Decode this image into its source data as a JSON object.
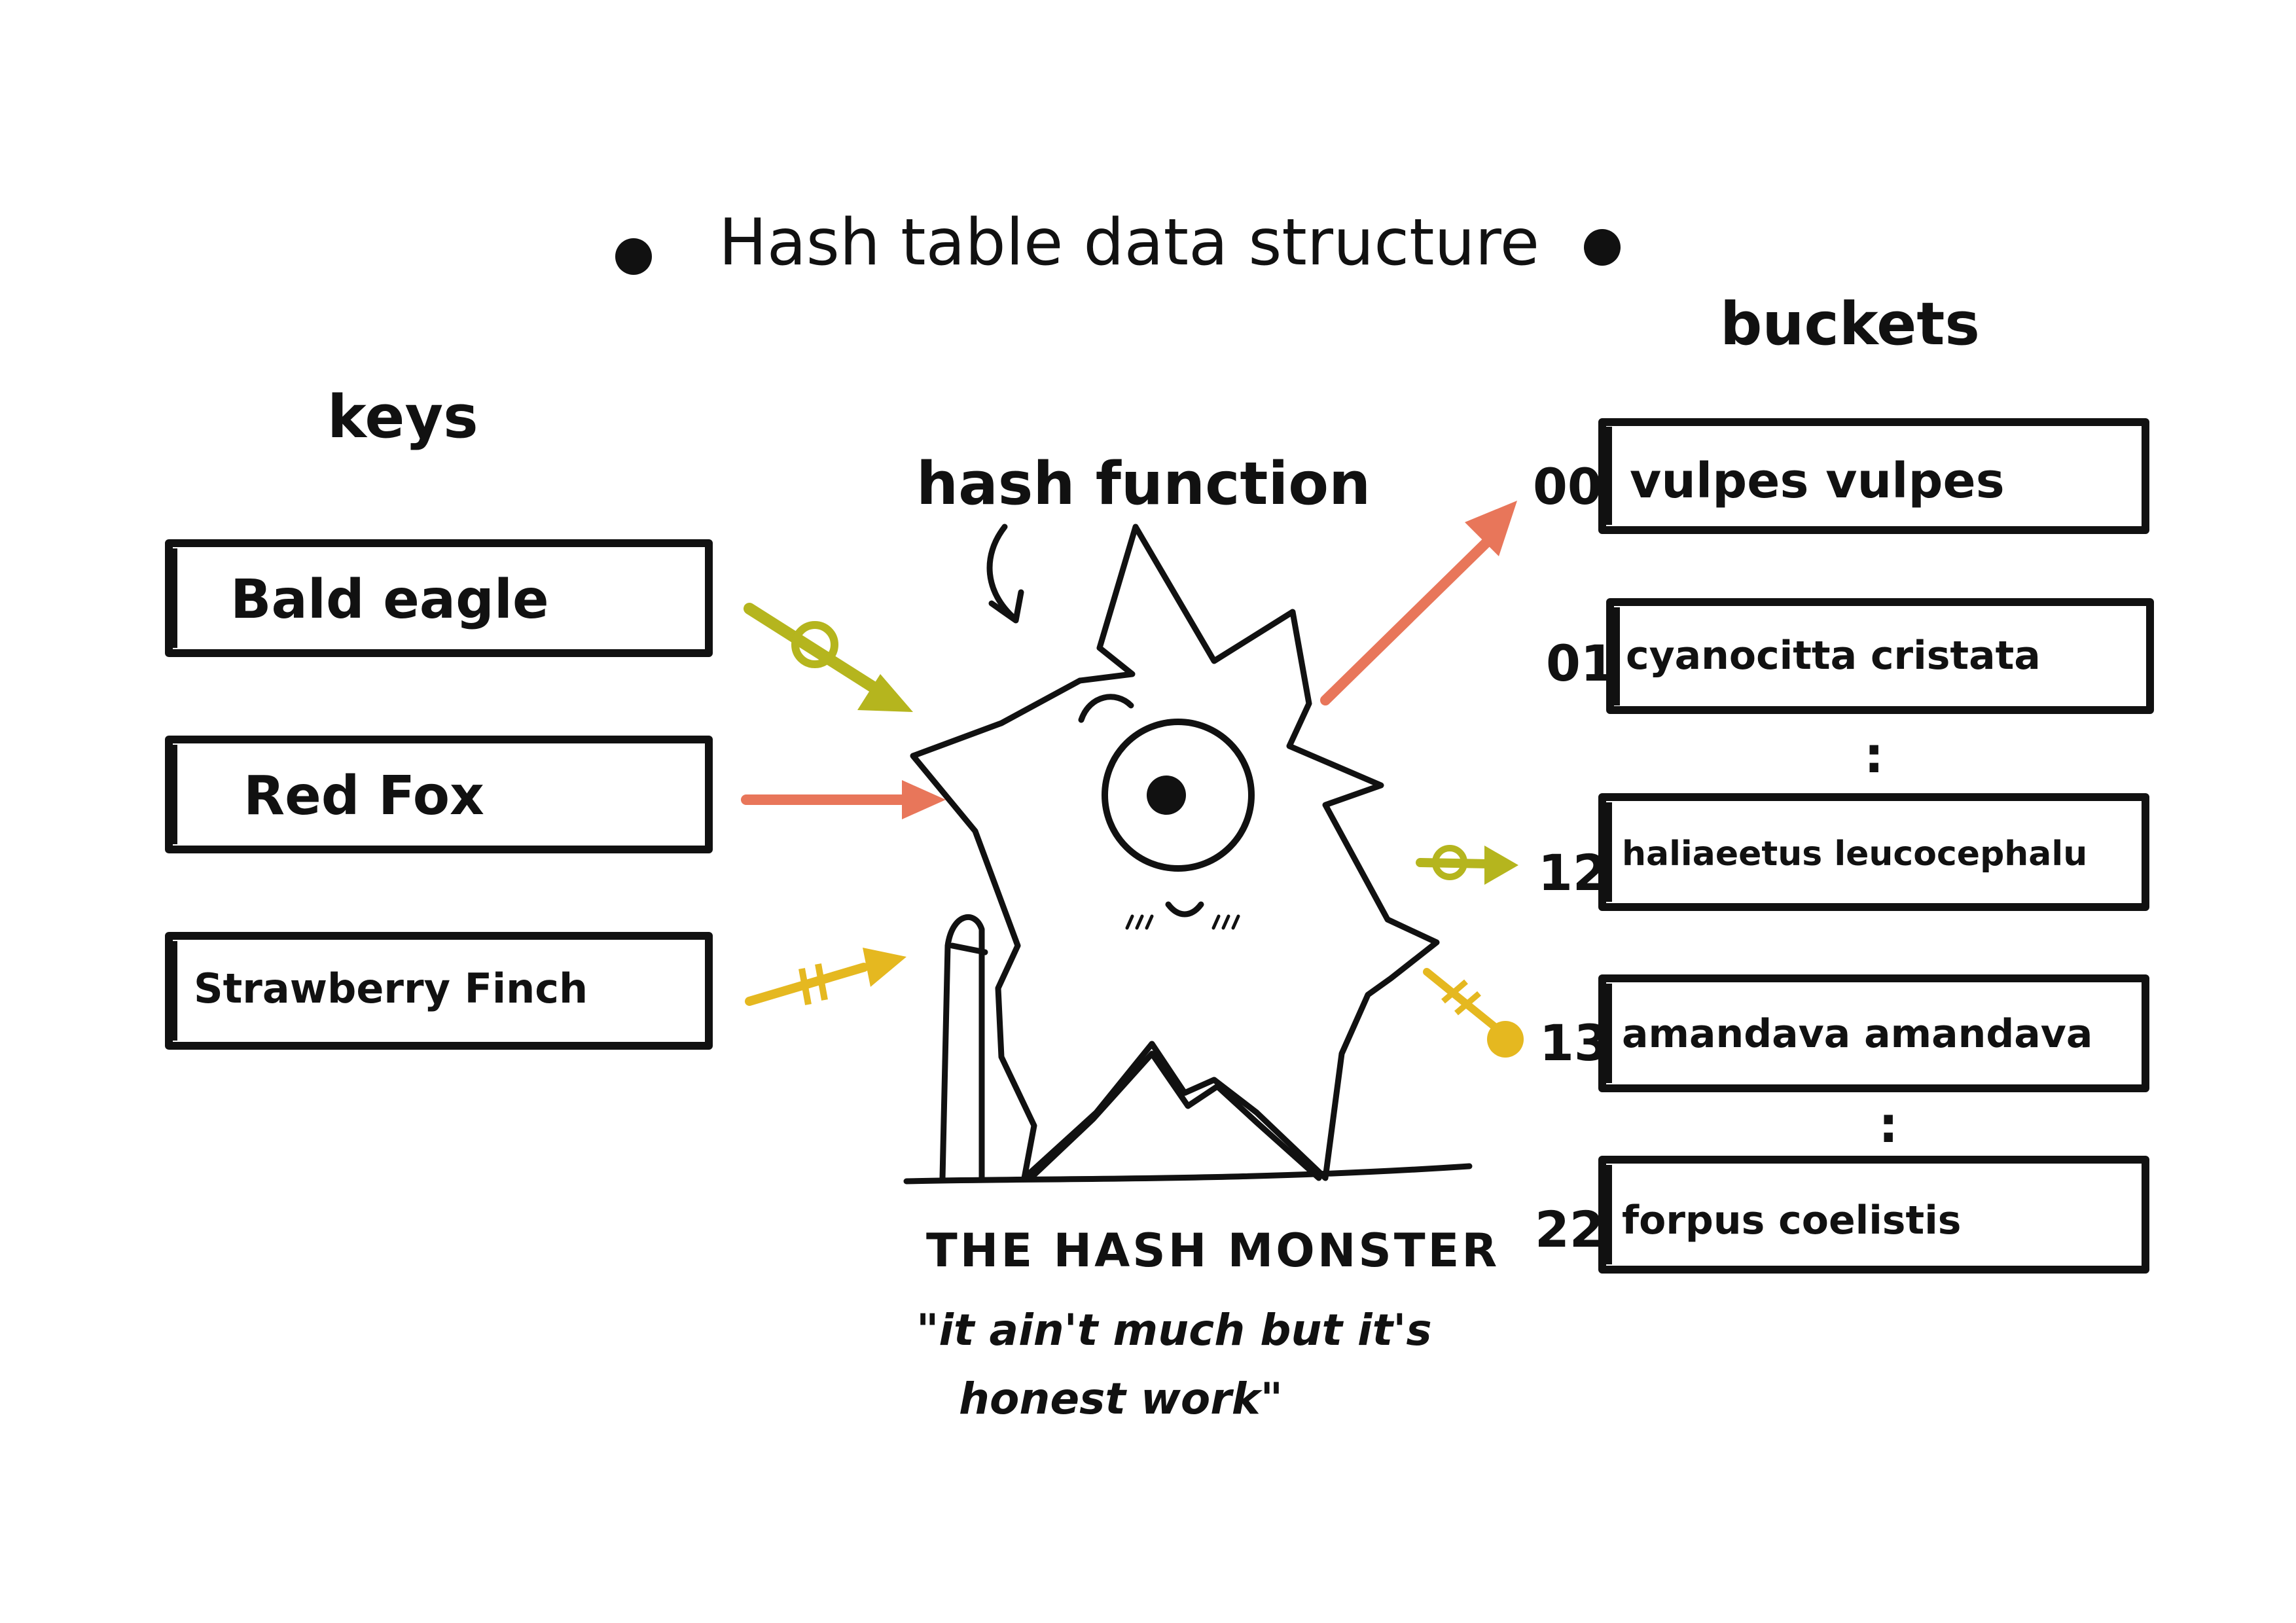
{
  "title": "Hash table data structure",
  "labels": {
    "keys": "keys",
    "buckets": "buckets",
    "hash_function": "hash function"
  },
  "keys": [
    "Bald eagle",
    "Red Fox",
    "Strawberry Finch"
  ],
  "buckets": [
    {
      "index": "00",
      "value": "vulpes vulpes"
    },
    {
      "index": "01",
      "value": "cyanocitta cristata"
    },
    {
      "index": "12",
      "value": "haliaeetus leucocephalu"
    },
    {
      "index": "13",
      "value": "amandava amandava"
    },
    {
      "index": "22",
      "value": "forpus coelistis"
    }
  ],
  "ellipsis": [
    ":",
    ":"
  ],
  "monster": {
    "name": "THE HASH MONSTER",
    "quote_line1": "\"it ain't much but it's",
    "quote_line2": "honest work\""
  },
  "colors": {
    "bald_eagle_arrow": "#b5b51e",
    "red_fox_arrow": "#e8765a",
    "finch_arrow": "#e5b820",
    "ink": "#111111",
    "background": "#ffffff"
  },
  "icons": [
    "bullet-dot-icon",
    "hash-monster-icon",
    "curved-arrow-icon"
  ]
}
